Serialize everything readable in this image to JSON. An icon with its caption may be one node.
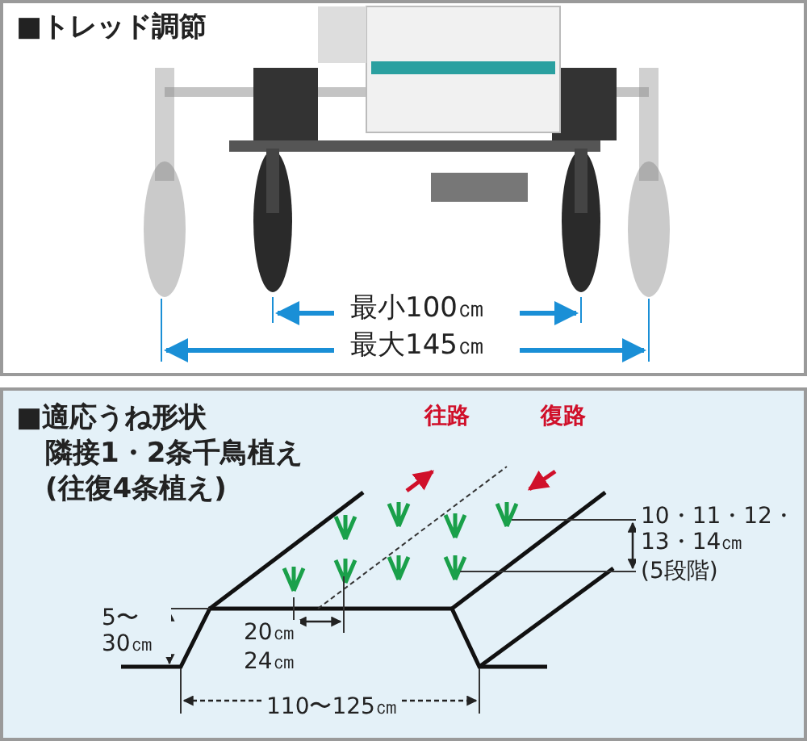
{
  "diagram": {
    "nodes": [
      {
        "text": [
          "■トレッド調節"
        ]
      },
      {
        "text": [
          "■適応うね形状",
          "隣接1・2条千鳥植え",
          "(往復4条植え)"
        ]
      }
    ],
    "labels": [
      "最小100㎝",
      "最大145㎝",
      "往路",
      "復路",
      "10・11・12・13・14㎝",
      "(5段階)",
      "5〜30㎝",
      "20㎝",
      "24㎝",
      "110〜125㎝"
    ]
  }
}
